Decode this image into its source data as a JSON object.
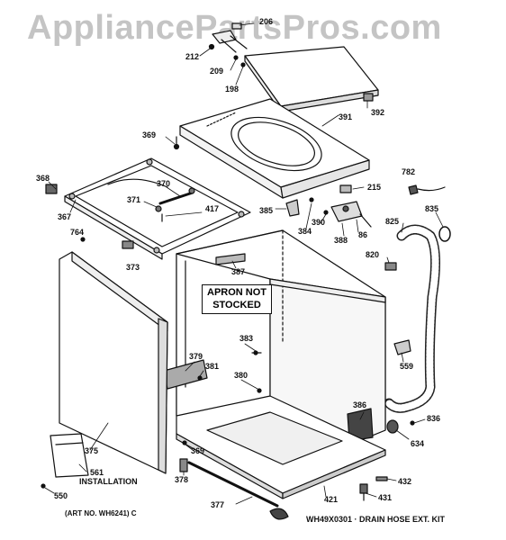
{
  "watermark": "AppliancePartsPros.com",
  "apron_note": [
    "APRON NOT",
    "STOCKED"
  ],
  "install_label": "INSTALLATION",
  "art_no": "(ART NO. WH6241) C",
  "kit_label": "WH49X0301 · DRAIN HOSE EXT. KIT",
  "part_labels": {
    "p206": "206",
    "p212": "212",
    "p209": "209",
    "p198": "198",
    "p391": "391",
    "p392": "392",
    "p369a": "369",
    "p368": "368",
    "p367": "367",
    "p370": "370",
    "p371": "371",
    "p417": "417",
    "p764": "764",
    "p373": "373",
    "p385": "385",
    "p384": "384",
    "p390": "390",
    "p388": "388",
    "p86": "86",
    "p215": "215",
    "p782": "782",
    "p825": "825",
    "p835": "835",
    "p820": "820",
    "p387": "387",
    "p383": "383",
    "p379": "379",
    "p381": "381",
    "p380": "380",
    "p559": "559",
    "p386": "386",
    "p836": "836",
    "p634": "634",
    "p375": "375",
    "p561": "561",
    "p550": "550",
    "p369b": "369",
    "p378": "378",
    "p377": "377",
    "p421": "421",
    "p432": "432",
    "p431": "431"
  }
}
